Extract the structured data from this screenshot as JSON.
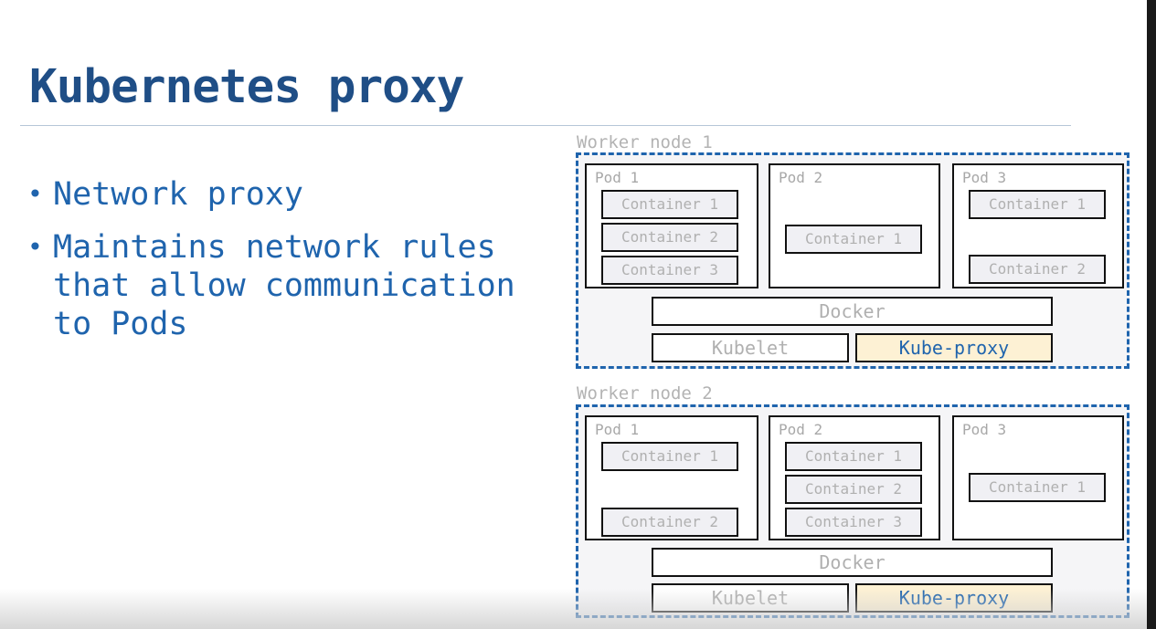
{
  "slide": {
    "title": "Kubernetes proxy",
    "bullets": [
      "Network proxy",
      "Maintains network rules that allow communication to Pods"
    ]
  },
  "diagram": {
    "nodes": [
      {
        "label": "Worker node 1",
        "pods": [
          {
            "label": "Pod 1",
            "containers": [
              "Container 1",
              "Container 2",
              "Container 3"
            ]
          },
          {
            "label": "Pod 2",
            "containers": [
              "Container 1"
            ]
          },
          {
            "label": "Pod 3",
            "containers": [
              "Container 1",
              "Container 2"
            ]
          }
        ],
        "docker": "Docker",
        "kubelet": "Kubelet",
        "kube_proxy": "Kube-proxy"
      },
      {
        "label": "Worker node 2",
        "pods": [
          {
            "label": "Pod 1",
            "containers": [
              "Container 1",
              "Container 2"
            ]
          },
          {
            "label": "Pod 2",
            "containers": [
              "Container 1",
              "Container 2",
              "Container 3"
            ]
          },
          {
            "label": "Pod 3",
            "containers": [
              "Container 1"
            ]
          }
        ],
        "docker": "Docker",
        "kubelet": "Kubelet",
        "kube_proxy": "Kube-proxy"
      }
    ]
  },
  "colors": {
    "title": "#1f4e86",
    "text_accent": "#1f64ad",
    "node_border": "#1f64ad",
    "highlight_fill": "#fdf1d4"
  }
}
